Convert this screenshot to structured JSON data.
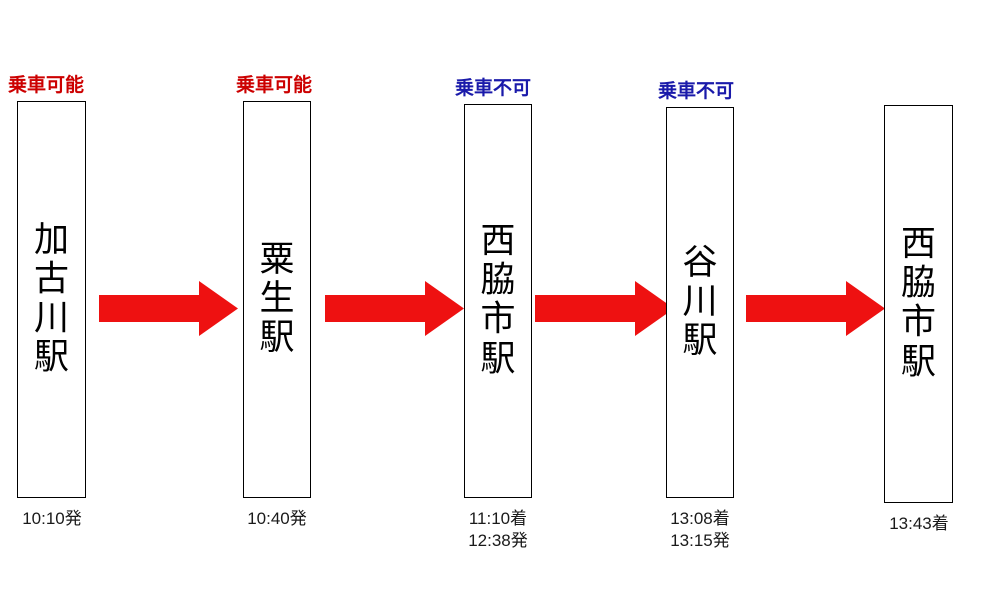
{
  "diagram": {
    "type": "train-journey-flow",
    "arrow_color": "#ee1111",
    "status_ok_color": "#cc0000",
    "status_no_color": "#1a1aaa",
    "box_border_color": "#000000",
    "background_color": "#ffffff",
    "status_ok_text": "乗車可能",
    "status_no_text": "乗車不可",
    "stations": [
      {
        "id": "kakogawa",
        "name": "加古川駅",
        "name_chars": [
          "加",
          "古",
          "川",
          "駅"
        ],
        "status": "乗車可能",
        "status_type": "ok",
        "times": [
          "10:10発"
        ]
      },
      {
        "id": "ao",
        "name": "粟生駅",
        "name_chars": [
          "粟",
          "生",
          "駅"
        ],
        "status": "乗車可能",
        "status_type": "ok",
        "times": [
          "10:40発"
        ]
      },
      {
        "id": "nishiwakishi-1",
        "name": "西脇市駅",
        "name_chars": [
          "西",
          "脇",
          "市",
          "駅"
        ],
        "status": "乗車不可",
        "status_type": "no",
        "times": [
          "11:10着",
          "12:38発"
        ]
      },
      {
        "id": "tanikawa",
        "name": "谷川駅",
        "name_chars": [
          "谷",
          "川",
          "駅"
        ],
        "status": "乗車不可",
        "status_type": "no",
        "times": [
          "13:08着",
          "13:15発"
        ]
      },
      {
        "id": "nishiwakishi-2",
        "name": "西脇市駅",
        "name_chars": [
          "西",
          "脇",
          "市",
          "駅"
        ],
        "status": "",
        "status_type": "none",
        "times": [
          "13:43着"
        ]
      }
    ],
    "arrows": [
      {
        "from": "kakogawa",
        "to": "ao"
      },
      {
        "from": "ao",
        "to": "nishiwakishi-1"
      },
      {
        "from": "nishiwakishi-1",
        "to": "tanikawa"
      },
      {
        "from": "tanikawa",
        "to": "nishiwakishi-2"
      }
    ]
  }
}
